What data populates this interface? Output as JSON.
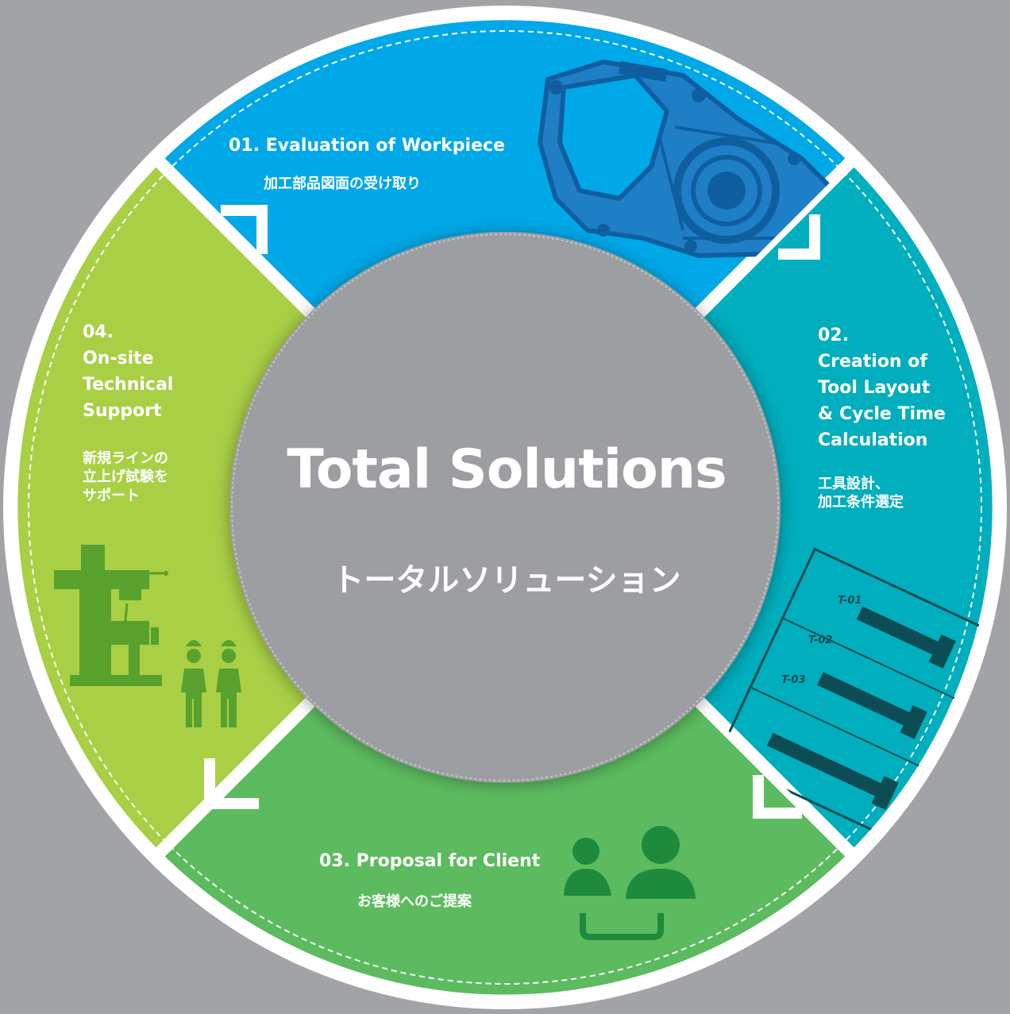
{
  "center": {
    "title": "Total Solutions",
    "subtitle": "トータルソリューション"
  },
  "steps": [
    {
      "number_title": "01. Evaluation of Workpiece",
      "jp": "加工部品図面の受け取り",
      "color": "#00a8e8",
      "icon": "workpiece-casting-icon"
    },
    {
      "number": "02.",
      "title": [
        "Creation of",
        "Tool Layout",
        "& Cycle Time",
        "Calculation"
      ],
      "jp": [
        "工具設計、",
        "加工条件選定"
      ],
      "color": "#00aebd",
      "icon": "tool-layout-drawing-icon",
      "tool_labels": [
        "T-01",
        "T-02",
        "T-03"
      ]
    },
    {
      "number_title": "03. Proposal for Client",
      "jp": "お客様へのご提案",
      "color": "#5cbb5f",
      "icon": "client-people-icon"
    },
    {
      "number": "04.",
      "title": [
        "On-site",
        "Technical",
        "Support"
      ],
      "jp": [
        "新規ラインの",
        "立上げ試験を",
        "サポート"
      ],
      "color": "#a9cf45",
      "icon": "machine-and-workers-icon"
    }
  ],
  "colors": {
    "background": "#a2a3a6",
    "center_circle": "#9d9ea1",
    "icon_dark_green": "#1e8a3c",
    "icon_olive": "#57a12c",
    "icon_blue": "#0f5fa0"
  }
}
